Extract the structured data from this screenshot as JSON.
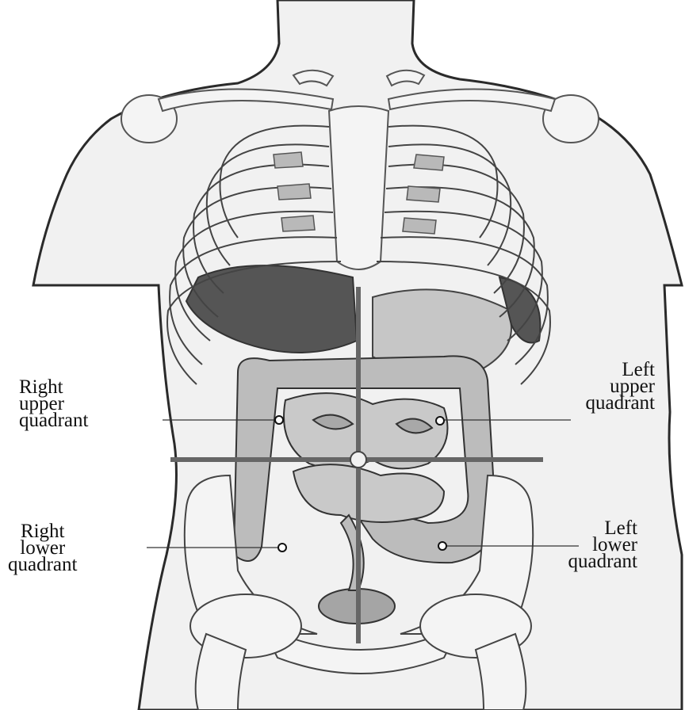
{
  "labels": {
    "right_upper": [
      "Right",
      "upper",
      "quadrant"
    ],
    "left_upper": [
      "Left",
      "upper",
      "quadrant"
    ],
    "right_lower": [
      "Right",
      "lower",
      "quadrant"
    ],
    "left_lower": [
      "Left",
      "lower",
      "quadrant"
    ]
  },
  "colors": {
    "skin": "#f1f1f1",
    "outline": "#2a2a2a",
    "bone": "#f4f4f4",
    "cartilage": "#b9b9b9",
    "liver": "#555555",
    "intestine": "#bcbcbc",
    "intestine_dark": "#9a9a9a",
    "divider_lines": "#666666",
    "bladder": "#a5a5a5"
  }
}
